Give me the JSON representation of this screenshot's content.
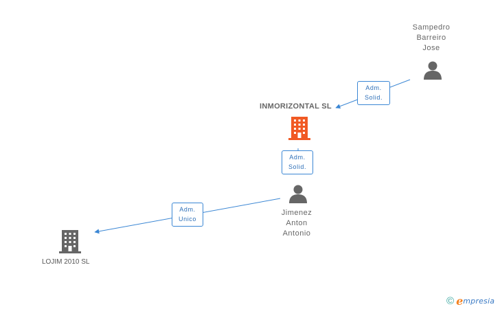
{
  "colors": {
    "edge": "#3a86d4",
    "person_icon": "#666666",
    "main_company_icon": "#f15a24",
    "other_company_icon": "#666666"
  },
  "nodes": {
    "main_company": {
      "name": "INMORIZONTAL SL",
      "icon": "building-icon"
    },
    "person_sampedro": {
      "lines": [
        "Sampedro",
        "Barreiro",
        "Jose"
      ],
      "icon": "person-icon"
    },
    "person_jimenez": {
      "lines": [
        "Jimenez",
        "Anton",
        "Antonio"
      ],
      "icon": "person-icon"
    },
    "company_lojim": {
      "name": "LOJIM 2010 SL",
      "icon": "building-icon"
    }
  },
  "edges": [
    {
      "from": "person_sampedro",
      "to": "main_company",
      "role_lines": [
        "Adm.",
        "Solid."
      ]
    },
    {
      "from": "person_jimenez",
      "to": "main_company",
      "role_lines": [
        "Adm.",
        "Solid."
      ]
    },
    {
      "from": "person_jimenez",
      "to": "company_lojim",
      "role_lines": [
        "Adm.",
        "Unico"
      ]
    }
  ],
  "brand": {
    "copyright": "©",
    "first_letter": "e",
    "rest": "mpresia"
  }
}
